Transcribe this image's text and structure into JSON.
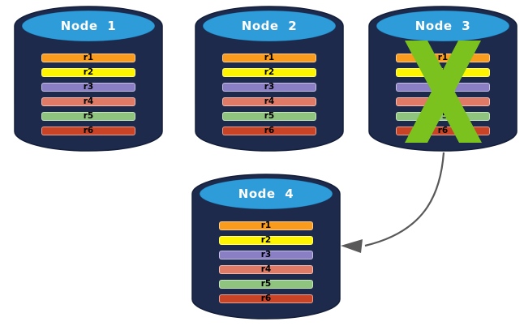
{
  "colors": {
    "cylinder_body": "#1E2A4C",
    "cylinder_outline": "#131E3A",
    "cylinder_top": "#2E9CD9",
    "title_text": "#FFFFFF",
    "bar_text": "#000000",
    "x_mark": "#7CC21E",
    "arrow": "#595959",
    "replicas": [
      "#F99B1C",
      "#FFF500",
      "#8A7EC4",
      "#DF7A66",
      "#8FC47E",
      "#C94327"
    ]
  },
  "nodes": [
    {
      "title": "Node 1",
      "failed": false,
      "replicas": [
        "r1",
        "r2",
        "r3",
        "r4",
        "r5",
        "r6"
      ]
    },
    {
      "title": "Node 2",
      "failed": false,
      "replicas": [
        "r1",
        "r2",
        "r3",
        "r4",
        "r5",
        "r6"
      ]
    },
    {
      "title": "Node 3",
      "failed": true,
      "replicas": [
        "r1",
        "r2",
        "r3",
        "r4",
        "r5",
        "r6"
      ]
    },
    {
      "title": "Node 4",
      "failed": false,
      "replicas": [
        "r1",
        "r2",
        "r3",
        "r4",
        "r5",
        "r6"
      ]
    }
  ]
}
